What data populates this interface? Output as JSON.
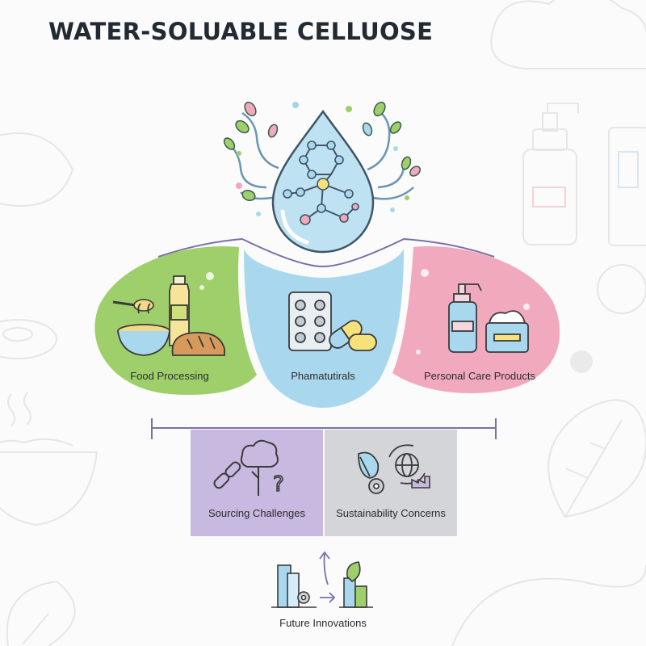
{
  "title": "WATER-SOLUABLE CELLUOSE",
  "applications": {
    "food": "Food Processing",
    "pharma": "Phamatutirals",
    "personal": "Personal Care Products"
  },
  "issues": {
    "sourcing": "Sourcing Challenges",
    "sustainability": "Sustainability Concerns"
  },
  "future": "Future Innovations",
  "colors": {
    "food": "#9fcf6b",
    "pharma": "#a9d8ee",
    "personal": "#f1a9be",
    "sourcing": "#c8b9e0",
    "sustainability": "#d4d5d8",
    "connector": "#7a70a8"
  }
}
